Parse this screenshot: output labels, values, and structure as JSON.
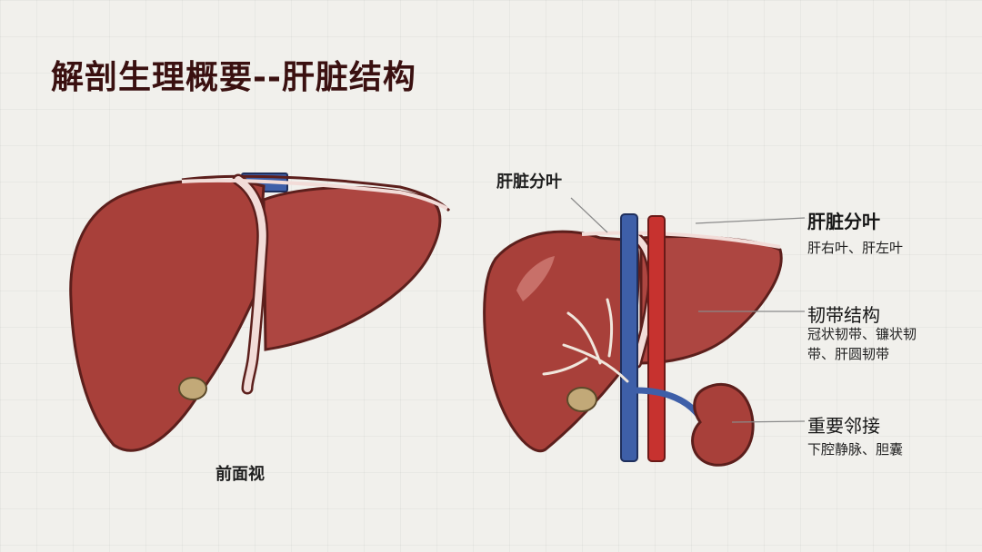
{
  "title": "解剖生理概要--肝脏结构",
  "front_view": {
    "caption": "前面视"
  },
  "lobes_diagram": {
    "top_label": "肝脏分叶",
    "callouts": [
      {
        "heading": "肝脏分叶",
        "detail": [
          "肝右叶、肝左叶"
        ]
      },
      {
        "heading": "韧带结构",
        "detail": [
          "冠状韧带、镰状韧",
          "带、肝圆韧带"
        ]
      },
      {
        "heading": "重要邻接",
        "detail": [
          "下腔静脉、胆囊"
        ]
      }
    ]
  },
  "colors": {
    "liver": "#a8403a",
    "liver_outline": "#5c1f1c",
    "ligament": "#f2dcd8",
    "vein": "#3e5fa8",
    "artery": "#c7322f",
    "gallbladder": "#c2a978",
    "title": "#3a1010"
  }
}
